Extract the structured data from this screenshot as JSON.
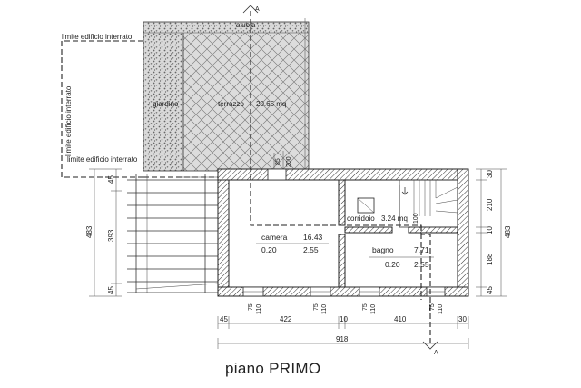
{
  "title": "piano PRIMO",
  "section_marker": "A",
  "labels": {
    "aiuola": "aiuola",
    "limite_top": "limite edificio interrato",
    "limite_side": "limite edificio interrato",
    "limite_bottom": "limite edificio interrato",
    "giardino": "giardino",
    "terrazzo": "terrazzo",
    "terrazzo_area": "20.65 mq",
    "corridoio": "corridoio",
    "corridoio_area": "3.24 mq"
  },
  "rooms": {
    "camera": {
      "name": "camera",
      "area": "16.43",
      "ratio": "0.20",
      "height": "2.55"
    },
    "bagno": {
      "name": "bagno",
      "area": "7.71",
      "ratio": "0.20",
      "height": "2.55"
    }
  },
  "dimensions": {
    "bottom_45": "45",
    "bottom_422": "422",
    "bottom_10": "10",
    "bottom_410": "410",
    "bottom_30": "30",
    "total_918": "918",
    "left_45_top": "45",
    "left_393": "393",
    "left_483": "483",
    "left_45_bottom": "45",
    "right_30": "30",
    "right_210": "210",
    "right_10": "10",
    "right_188": "188",
    "right_45": "45",
    "right_483": "483",
    "top_85": "85",
    "top_200": "200",
    "stair_100": "100",
    "win1_a": "75",
    "win1_b": "110",
    "win2_a": "75",
    "win2_b": "110",
    "win3_a": "75",
    "win3_b": "110",
    "win4_a": "75",
    "win4_b": "110"
  }
}
